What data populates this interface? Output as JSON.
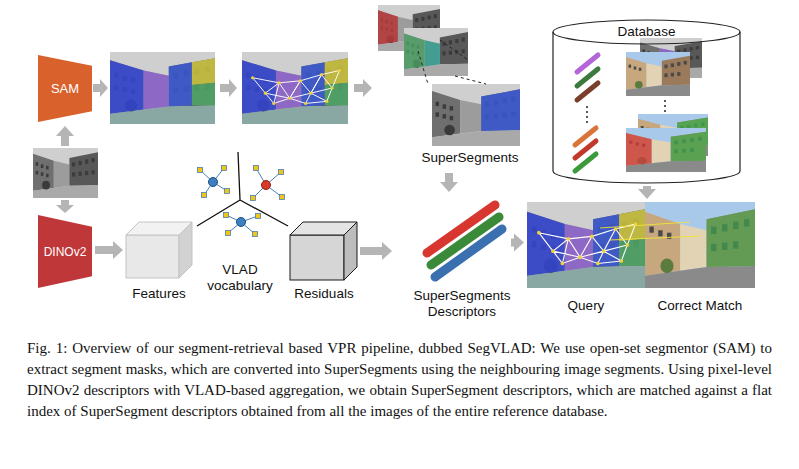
{
  "diagram": {
    "caption": "Fig. 1: Overview of our segment-retrieval based VPR pipeline, dubbed SegVLAD: We use open-set segmentor (SAM) to extract segment masks, which are converted into SuperSegments using the neighbouring image segments. Using pixel-level DINOv2 descriptors with VLAD-based aggregation, we obtain SuperSegment descriptors, which are matched against a flat index of SuperSegment descriptors obtained from all the images of the entire reference database.",
    "nodes": [
      {
        "text": [
          "SAM"
        ]
      },
      {
        "text": [
          "SuperSegments"
        ]
      },
      {
        "text": [
          "Database"
        ]
      },
      {
        "text": [
          "DINOv2"
        ]
      },
      {
        "text": [
          "Features"
        ]
      },
      {
        "text": [
          "VLAD vocabulary"
        ]
      },
      {
        "text": [
          "Residuals"
        ]
      },
      {
        "text": [
          "SuperSegments Descriptors"
        ]
      },
      {
        "text": [
          "Query"
        ]
      },
      {
        "text": [
          "Correct Match"
        ]
      }
    ],
    "edges": [
      {
        "from": 3,
        "to": 4,
        "arrow": "to"
      },
      {
        "from": 6,
        "to": 7,
        "arrow": "to"
      },
      {
        "from": 1,
        "to": 7,
        "arrow": "to"
      },
      {
        "from": 7,
        "to": 8,
        "arrow": "to"
      },
      {
        "from": 2,
        "to": 9,
        "arrow": "to"
      }
    ]
  }
}
